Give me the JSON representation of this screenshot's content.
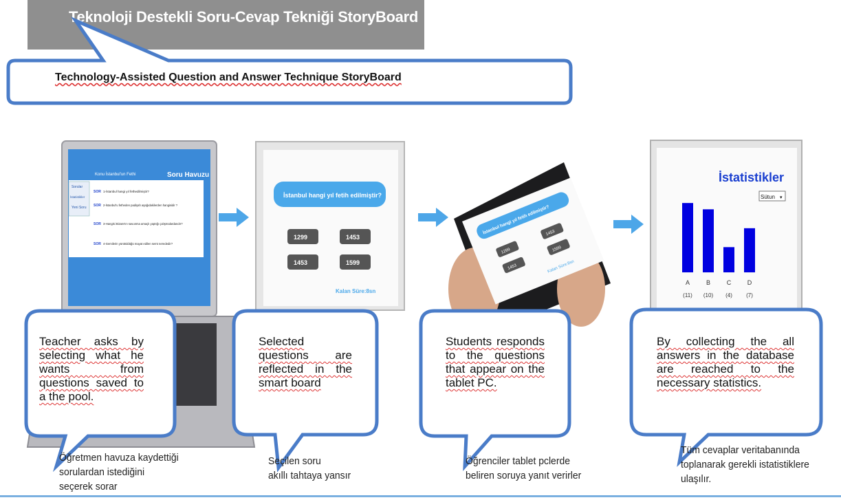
{
  "title": {
    "turkish": "Teknoloji Destekli Soru-Cevap Tekniği StoryBoard",
    "english": "Technology-Assisted Question and Answer Technique StoryBoard"
  },
  "colors": {
    "bubble_border": "#4a7cc8",
    "arrow": "#4da6e8",
    "bar": "#0000e0",
    "question_bar": "#4aa8ea"
  },
  "panels": [
    {
      "bubble": "Teacher asks by selecting what he wants from questions saved to a the pool.",
      "caption_lines": [
        "Öğretmen havuza kaydettiği",
        "sorulardan istediğini",
        "seçerek sorar"
      ],
      "screen": {
        "header_left": "Konu İstanbul'un Fethi",
        "header_right": "Soru Havuzu",
        "tabs": [
          "Sorular",
          "İstatistikler",
          "Yeni Soru"
        ],
        "questions": [
          "1-İstanbul hangi yıl fethedilmiştir?",
          "2-İstanbul'u fetheden padişah aşağıdakilerden hangisidir ?",
          "3-Hangisi Bizans'ın savunma amaçlı yaptığı çalışmalardandır?",
          "4-Gemilerin yürütüldüğü mayat edilen semt nerededir?"
        ]
      }
    },
    {
      "bubble": "Selected questions are reflected in the smart board",
      "caption_lines": [
        "Seçilen soru",
        "akıllı tahtaya yansır"
      ],
      "screen": {
        "question": "İstanbul hangi yıl fetih edilmiştir?",
        "options": [
          "1299",
          "1453",
          "1453",
          "1599"
        ],
        "timer": "Kalan Süre:8sn"
      }
    },
    {
      "bubble": "Students responds to the questions that appear on the tablet PC.",
      "caption_lines": [
        "Öğrenciler tablet pclerde",
        "beliren soruya yanıt verirler"
      ],
      "screen": {
        "question": "İstanbul hangi yıl fetih edilmiştir?",
        "options": [
          "1299",
          "1453",
          "1453",
          "1599"
        ],
        "timer": "Kalan Süre:8sn"
      }
    },
    {
      "bubble": "By collecting the all answers in the database are reached to the necessary statistics.",
      "caption_lines": [
        "Tüm cevaplar  veritabanında",
        "toplanarak gerekli istatistiklere",
        "ulaşılır."
      ],
      "screen": {
        "title": "İstatistikler",
        "select_value": "Sütun"
      }
    }
  ],
  "chart_data": {
    "type": "bar",
    "title": "İstatistikler",
    "categories": [
      "A",
      "B",
      "C",
      "D"
    ],
    "count_labels": [
      "(11)",
      "(10)",
      "(4)",
      "(7)"
    ],
    "values": [
      11,
      10,
      4,
      7
    ],
    "ylim": [
      0,
      12
    ],
    "grid": false
  }
}
